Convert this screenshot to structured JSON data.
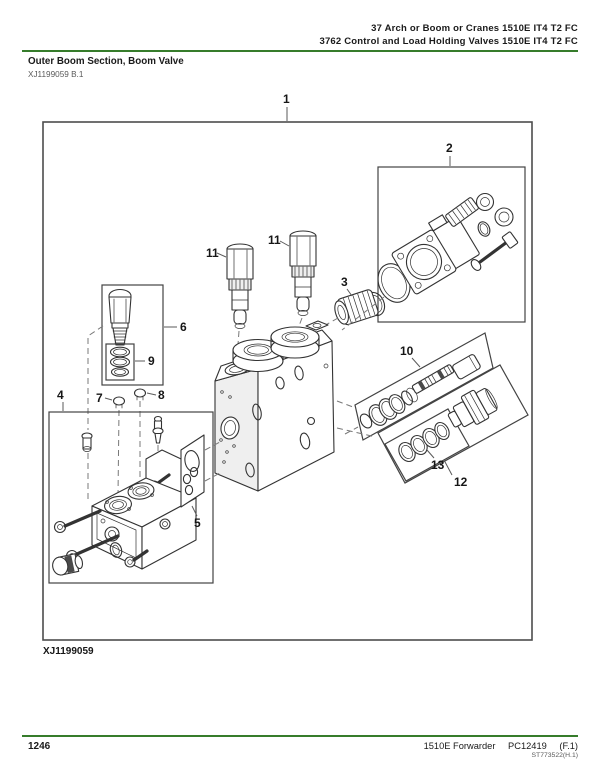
{
  "header": {
    "line1": "37 Arch or Boom or Cranes 1510E IT4 T2 FC",
    "line2": "3762 Control and Load Holding Valves 1510E IT4 T2 FC",
    "section_title": "Outer Boom Section, Boom Valve",
    "figure_ref": "XJ1199059 B.1"
  },
  "diagram": {
    "caption": "XJ1199059",
    "callouts": [
      "1",
      "2",
      "3",
      "4",
      "5",
      "6",
      "7",
      "8",
      "9",
      "10",
      "11",
      "11",
      "12",
      "13"
    ]
  },
  "footer": {
    "page_number": "1246",
    "model": "1510E Forwarder",
    "catalog": "PC12419",
    "revision": "(F.1)",
    "doc_code": "ST773522(H.1)"
  },
  "colors": {
    "rule_green": "#367C2B",
    "ink": "#1a1a1a",
    "line": "#333333",
    "muted": "#5a5a5a"
  }
}
